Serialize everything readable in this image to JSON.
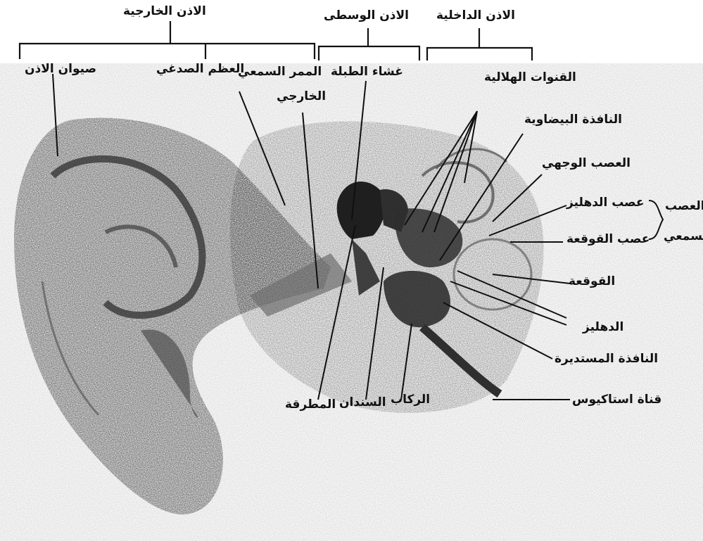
{
  "sections": {
    "outer": "الاذن الخارجية",
    "middle": "الاذن الوسطى",
    "inner": "الاذن الداخلية"
  },
  "labels": {
    "pinna": "صيوان الاذن",
    "temporal_bone": "العظم الصدغي",
    "ear_canal": "الممر السمعي",
    "ear_canal_2": "الخارجي",
    "eardrum": "غشاء الطبلة",
    "semicircular_canals": "القنوات الهلالية",
    "oval_window": "النافذة البيضاوية",
    "facial_nerve": "العصب الوجهي",
    "vestibular_nerve": "عصب الدهليز",
    "cochlear_nerve": "عصب القوقعة",
    "auditory_nerve": "العصب",
    "auditory_nerve_2": "السمعي",
    "cochlea": "القوقعة",
    "vestibule": "الدهليز",
    "round_window": "النافذة المستديرة",
    "eustachian_tube": "قناة استاكيوس",
    "stapes": "الركاب",
    "incus": "السندان",
    "malleus": "المطرقة"
  }
}
